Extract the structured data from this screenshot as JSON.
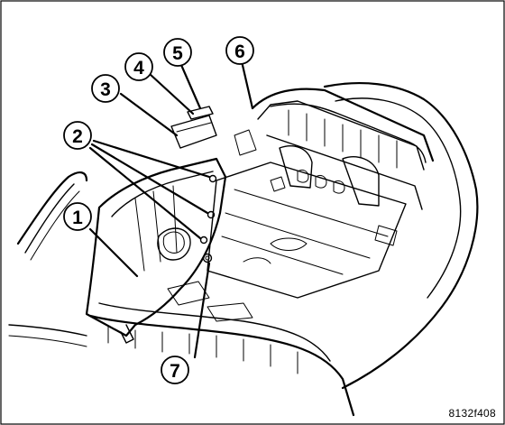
{
  "callouts": [
    {
      "label": "1"
    },
    {
      "label": "2"
    },
    {
      "label": "3"
    },
    {
      "label": "4"
    },
    {
      "label": "5"
    },
    {
      "label": "6"
    },
    {
      "label": "7"
    }
  ],
  "figure_id": "8132f408",
  "line_color": "#000000",
  "background_color": "#ffffff"
}
